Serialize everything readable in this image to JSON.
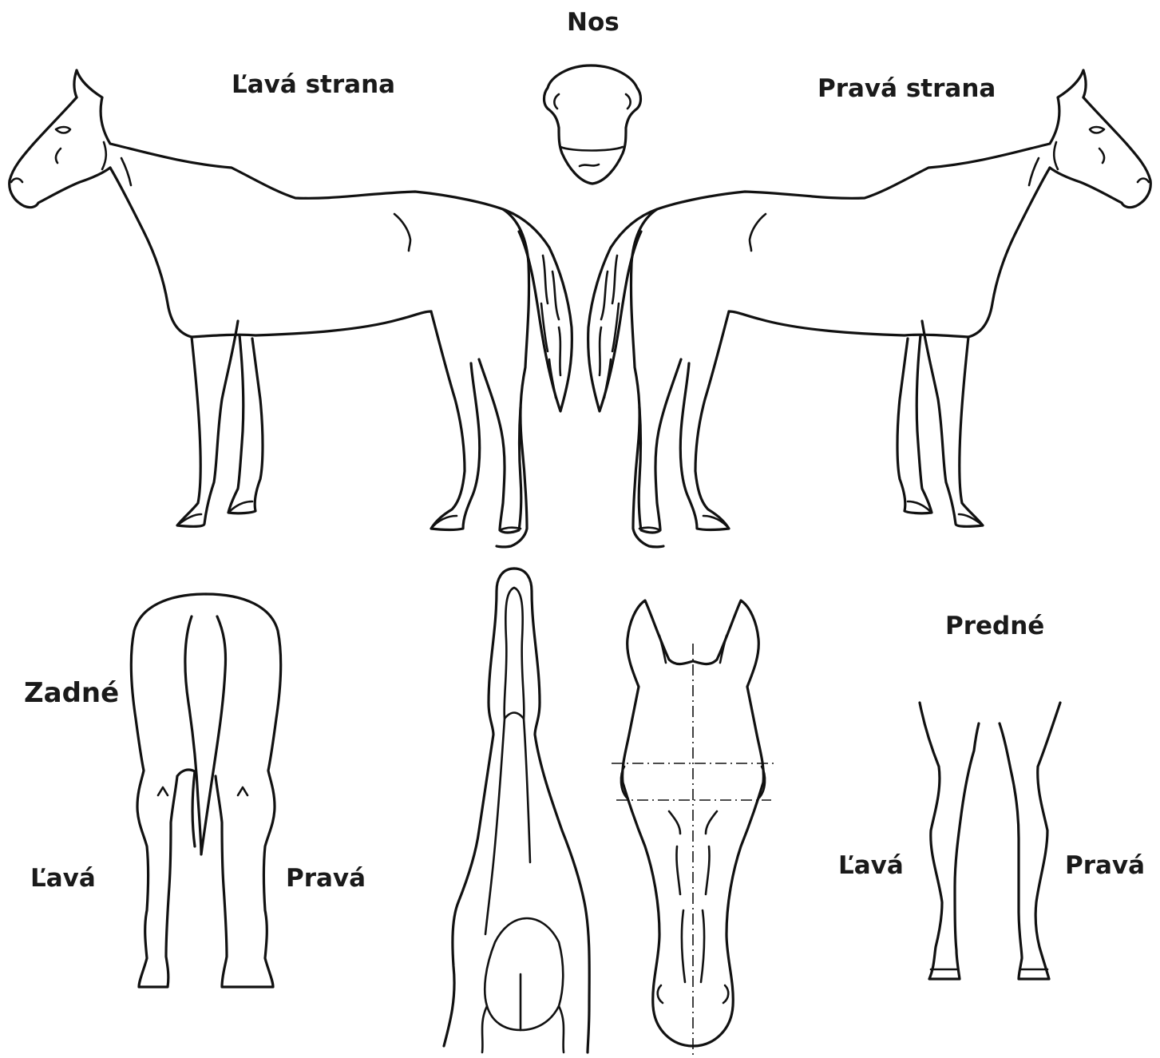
{
  "labels": {
    "nose": "Nos",
    "left_side": "Ľavá strana",
    "right_side": "Pravá strana",
    "rear": "Zadné",
    "front": "Predné",
    "rear_left": "Ľavá",
    "rear_right": "Pravá",
    "front_left": "Ľavá",
    "front_right": "Pravá"
  },
  "colors": {
    "line": "#111111",
    "text": "#1a1a1a",
    "background": "#ffffff"
  }
}
